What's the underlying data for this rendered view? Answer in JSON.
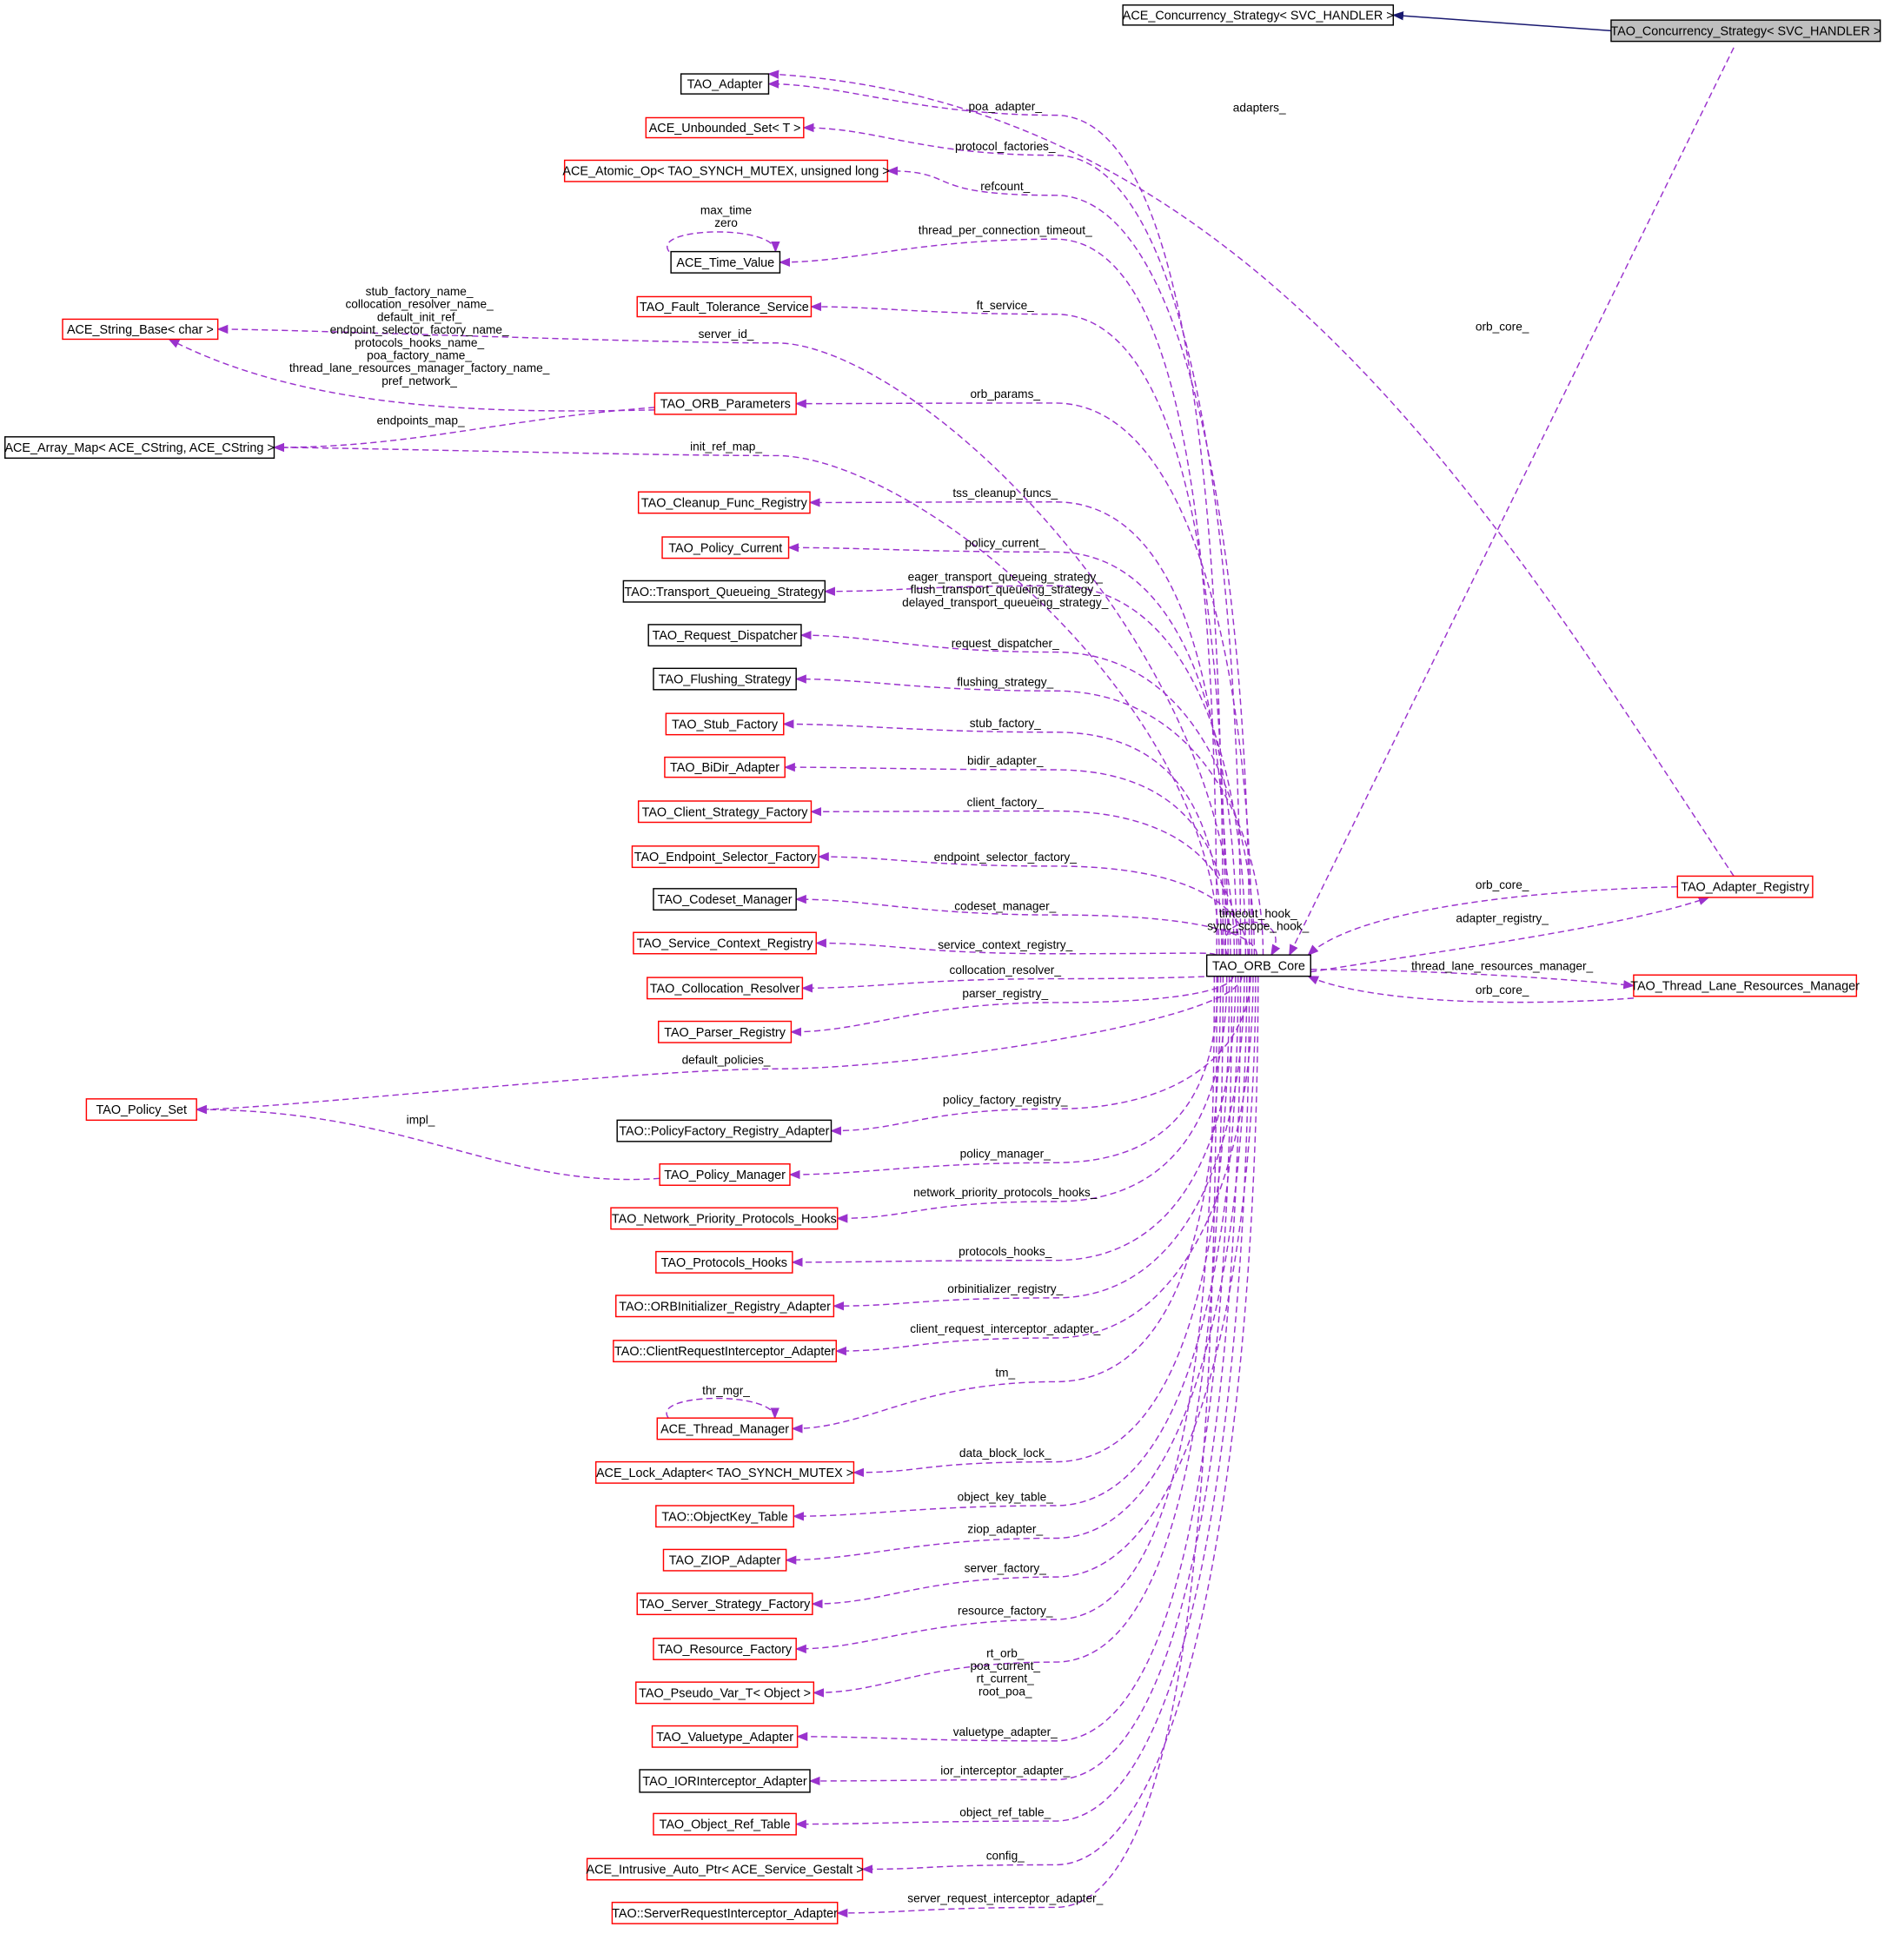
{
  "colors": {
    "edge": "#9a32cd",
    "inherit": "#191970",
    "red_border": "#ff0000",
    "black_border": "#000000",
    "focus_fill": "#bfbfbf"
  },
  "nodes": [
    {
      "id": "concurrency_base",
      "label": "ACE_Concurrency_Strategy< SVC_HANDLER >",
      "border": "black"
    },
    {
      "id": "concurrency",
      "label": "TAO_Concurrency_Strategy< SVC_HANDLER >",
      "border": "focus"
    },
    {
      "id": "adapter",
      "label": "TAO_Adapter",
      "border": "black"
    },
    {
      "id": "unbounded_set",
      "label": "ACE_Unbounded_Set< T >",
      "border": "red"
    },
    {
      "id": "atomic_op",
      "label": "ACE_Atomic_Op< TAO_SYNCH_MUTEX, unsigned long >",
      "border": "red"
    },
    {
      "id": "time_value",
      "label": "ACE_Time_Value",
      "border": "black"
    },
    {
      "id": "ft_service",
      "label": "TAO_Fault_Tolerance_Service",
      "border": "red"
    },
    {
      "id": "string_base",
      "label": "ACE_String_Base< char >",
      "border": "red"
    },
    {
      "id": "orb_parameters",
      "label": "TAO_ORB_Parameters",
      "border": "red"
    },
    {
      "id": "array_map",
      "label": "ACE_Array_Map< ACE_CString, ACE_CString >",
      "border": "black"
    },
    {
      "id": "cleanup",
      "label": "TAO_Cleanup_Func_Registry",
      "border": "red"
    },
    {
      "id": "policy_current",
      "label": "TAO_Policy_Current",
      "border": "red"
    },
    {
      "id": "tq_strategy",
      "label": "TAO::Transport_Queueing_Strategy",
      "border": "black"
    },
    {
      "id": "request_dispatcher",
      "label": "TAO_Request_Dispatcher",
      "border": "black"
    },
    {
      "id": "flushing",
      "label": "TAO_Flushing_Strategy",
      "border": "black"
    },
    {
      "id": "stub_factory",
      "label": "TAO_Stub_Factory",
      "border": "red"
    },
    {
      "id": "bidir",
      "label": "TAO_BiDir_Adapter",
      "border": "red"
    },
    {
      "id": "client_sf",
      "label": "TAO_Client_Strategy_Factory",
      "border": "red"
    },
    {
      "id": "endpoint_sf",
      "label": "TAO_Endpoint_Selector_Factory",
      "border": "red"
    },
    {
      "id": "codeset",
      "label": "TAO_Codeset_Manager",
      "border": "black"
    },
    {
      "id": "scr",
      "label": "TAO_Service_Context_Registry",
      "border": "red"
    },
    {
      "id": "colloc",
      "label": "TAO_Collocation_Resolver",
      "border": "red"
    },
    {
      "id": "parser",
      "label": "TAO_Parser_Registry",
      "border": "red"
    },
    {
      "id": "policy_set",
      "label": "TAO_Policy_Set",
      "border": "red"
    },
    {
      "id": "pf_registry",
      "label": "TAO::PolicyFactory_Registry_Adapter",
      "border": "black"
    },
    {
      "id": "policy_manager",
      "label": "TAO_Policy_Manager",
      "border": "red"
    },
    {
      "id": "npph",
      "label": "TAO_Network_Priority_Protocols_Hooks",
      "border": "red"
    },
    {
      "id": "protocols_hooks",
      "label": "TAO_Protocols_Hooks",
      "border": "red"
    },
    {
      "id": "orbinit",
      "label": "TAO::ORBInitializer_Registry_Adapter",
      "border": "red"
    },
    {
      "id": "cria",
      "label": "TAO::ClientRequestInterceptor_Adapter",
      "border": "red"
    },
    {
      "id": "thread_manager",
      "label": "ACE_Thread_Manager",
      "border": "red"
    },
    {
      "id": "lock_adapter",
      "label": "ACE_Lock_Adapter< TAO_SYNCH_MUTEX >",
      "border": "red"
    },
    {
      "id": "objkey",
      "label": "TAO::ObjectKey_Table",
      "border": "red"
    },
    {
      "id": "ziop",
      "label": "TAO_ZIOP_Adapter",
      "border": "red"
    },
    {
      "id": "server_sf",
      "label": "TAO_Server_Strategy_Factory",
      "border": "red"
    },
    {
      "id": "resource_factory",
      "label": "TAO_Resource_Factory",
      "border": "red"
    },
    {
      "id": "pseudo_var",
      "label": "TAO_Pseudo_Var_T< Object >",
      "border": "red"
    },
    {
      "id": "valuetype",
      "label": "TAO_Valuetype_Adapter",
      "border": "red"
    },
    {
      "id": "iori",
      "label": "TAO_IORInterceptor_Adapter",
      "border": "black"
    },
    {
      "id": "objref",
      "label": "TAO_Object_Ref_Table",
      "border": "red"
    },
    {
      "id": "intrusive",
      "label": "ACE_Intrusive_Auto_Ptr< ACE_Service_Gestalt >",
      "border": "red"
    },
    {
      "id": "sria",
      "label": "TAO::ServerRequestInterceptor_Adapter",
      "border": "red"
    },
    {
      "id": "orb_core",
      "label": "TAO_ORB_Core",
      "border": "black"
    },
    {
      "id": "adapter_registry",
      "label": "TAO_Adapter_Registry",
      "border": "red"
    },
    {
      "id": "tlrm",
      "label": "TAO_Thread_Lane_Resources_Manager",
      "border": "red"
    }
  ],
  "edges": [
    {
      "from": "concurrency",
      "to": "concurrency_base",
      "kind": "inherit",
      "label": []
    },
    {
      "from": "orb_core",
      "to": "adapter",
      "label": [
        "poa_adapter_"
      ]
    },
    {
      "from": "adapter_registry",
      "to": "adapter",
      "label": [
        "adapters_"
      ]
    },
    {
      "from": "orb_core",
      "to": "unbounded_set",
      "label": [
        "protocol_factories_"
      ]
    },
    {
      "from": "orb_core",
      "to": "atomic_op",
      "label": [
        "refcount_"
      ]
    },
    {
      "from": "time_value",
      "to": "time_value",
      "label": [
        "max_time",
        "zero"
      ]
    },
    {
      "from": "orb_core",
      "to": "time_value",
      "label": [
        "thread_per_connection_timeout_"
      ]
    },
    {
      "from": "orb_core",
      "to": "ft_service",
      "label": [
        "ft_service_"
      ]
    },
    {
      "from": "orb_core",
      "to": "string_base",
      "label": [
        "server_id_"
      ]
    },
    {
      "from": "orb_parameters",
      "to": "string_base",
      "label": [
        "stub_factory_name_",
        "collocation_resolver_name_",
        "default_init_ref_",
        "endpoint_selector_factory_name_",
        "protocols_hooks_name_",
        "poa_factory_name_",
        "thread_lane_resources_manager_factory_name_",
        "pref_network_"
      ]
    },
    {
      "from": "orb_core",
      "to": "orb_parameters",
      "label": [
        "orb_params_"
      ]
    },
    {
      "from": "orb_parameters",
      "to": "array_map",
      "label": [
        "endpoints_map_"
      ]
    },
    {
      "from": "orb_core",
      "to": "array_map",
      "label": [
        "init_ref_map_"
      ]
    },
    {
      "from": "orb_core",
      "to": "cleanup",
      "label": [
        "tss_cleanup_funcs_"
      ]
    },
    {
      "from": "orb_core",
      "to": "policy_current",
      "label": [
        "policy_current_"
      ]
    },
    {
      "from": "orb_core",
      "to": "tq_strategy",
      "label": [
        "eager_transport_queueing_strategy_",
        "flush_transport_queueing_strategy_",
        "delayed_transport_queueing_strategy_"
      ]
    },
    {
      "from": "orb_core",
      "to": "request_dispatcher",
      "label": [
        "request_dispatcher_"
      ]
    },
    {
      "from": "orb_core",
      "to": "flushing",
      "label": [
        "flushing_strategy_"
      ]
    },
    {
      "from": "orb_core",
      "to": "stub_factory",
      "label": [
        "stub_factory_"
      ]
    },
    {
      "from": "orb_core",
      "to": "bidir",
      "label": [
        "bidir_adapter_"
      ]
    },
    {
      "from": "orb_core",
      "to": "client_sf",
      "label": [
        "client_factory_"
      ]
    },
    {
      "from": "orb_core",
      "to": "endpoint_sf",
      "label": [
        "endpoint_selector_factory_"
      ]
    },
    {
      "from": "orb_core",
      "to": "codeset",
      "label": [
        "codeset_manager_"
      ]
    },
    {
      "from": "orb_core",
      "to": "scr",
      "label": [
        "service_context_registry_"
      ]
    },
    {
      "from": "orb_core",
      "to": "colloc",
      "label": [
        "collocation_resolver_"
      ]
    },
    {
      "from": "orb_core",
      "to": "parser",
      "label": [
        "parser_registry_"
      ]
    },
    {
      "from": "orb_core",
      "to": "policy_set",
      "label": [
        "default_policies_"
      ]
    },
    {
      "from": "orb_core",
      "to": "pf_registry",
      "label": [
        "policy_factory_registry_"
      ]
    },
    {
      "from": "policy_manager",
      "to": "policy_set",
      "label": [
        "impl_"
      ]
    },
    {
      "from": "orb_core",
      "to": "policy_manager",
      "label": [
        "policy_manager_"
      ]
    },
    {
      "from": "orb_core",
      "to": "npph",
      "label": [
        "network_priority_protocols_hooks_"
      ]
    },
    {
      "from": "orb_core",
      "to": "protocols_hooks",
      "label": [
        "protocols_hooks_"
      ]
    },
    {
      "from": "orb_core",
      "to": "orbinit",
      "label": [
        "orbinitializer_registry_"
      ]
    },
    {
      "from": "orb_core",
      "to": "cria",
      "label": [
        "client_request_interceptor_adapter_"
      ]
    },
    {
      "from": "thread_manager",
      "to": "thread_manager",
      "label": [
        "thr_mgr_"
      ]
    },
    {
      "from": "orb_core",
      "to": "thread_manager",
      "label": [
        "tm_"
      ]
    },
    {
      "from": "orb_core",
      "to": "lock_adapter",
      "label": [
        "data_block_lock_"
      ]
    },
    {
      "from": "orb_core",
      "to": "objkey",
      "label": [
        "object_key_table_"
      ]
    },
    {
      "from": "orb_core",
      "to": "ziop",
      "label": [
        "ziop_adapter_"
      ]
    },
    {
      "from": "orb_core",
      "to": "server_sf",
      "label": [
        "server_factory_"
      ]
    },
    {
      "from": "orb_core",
      "to": "resource_factory",
      "label": [
        "resource_factory_"
      ]
    },
    {
      "from": "orb_core",
      "to": "pseudo_var",
      "label": [
        "rt_orb_",
        "poa_current_",
        "rt_current_",
        "root_poa_"
      ]
    },
    {
      "from": "orb_core",
      "to": "valuetype",
      "label": [
        "valuetype_adapter_"
      ]
    },
    {
      "from": "orb_core",
      "to": "iori",
      "label": [
        "ior_interceptor_adapter_"
      ]
    },
    {
      "from": "orb_core",
      "to": "objref",
      "label": [
        "object_ref_table_"
      ]
    },
    {
      "from": "orb_core",
      "to": "intrusive",
      "label": [
        "config_"
      ]
    },
    {
      "from": "orb_core",
      "to": "sria",
      "label": [
        "server_request_interceptor_adapter_"
      ]
    },
    {
      "from": "concurrency",
      "to": "orb_core",
      "label": [
        "orb_core_"
      ]
    },
    {
      "from": "orb_core",
      "to": "orb_core",
      "label": [
        "timeout_hook_",
        "sync_scope_hook_"
      ]
    },
    {
      "from": "adapter_registry",
      "to": "orb_core",
      "label": [
        "orb_core_"
      ]
    },
    {
      "from": "orb_core",
      "to": "adapter_registry",
      "label": [
        "adapter_registry_"
      ]
    },
    {
      "from": "orb_core",
      "to": "tlrm",
      "label": [
        "thread_lane_resources_manager_"
      ]
    },
    {
      "from": "tlrm",
      "to": "orb_core",
      "label": [
        "orb_core_"
      ]
    }
  ]
}
